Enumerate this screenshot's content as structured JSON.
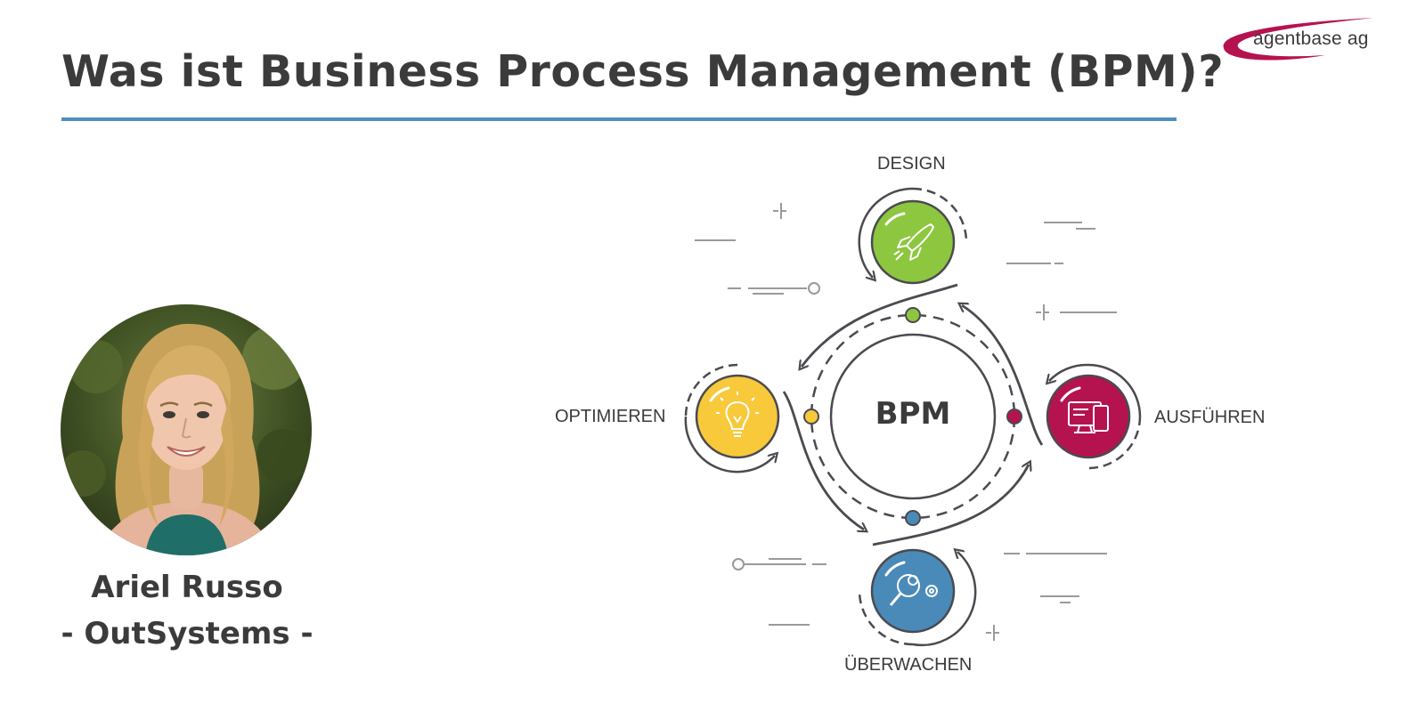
{
  "header": {
    "title": "Was ist Business Process Management (BPM)?",
    "accent_color": "#4f8fbd"
  },
  "logo": {
    "text": "agentbase ag",
    "swoosh_color": "#b5134f"
  },
  "speaker": {
    "name": "Ariel Russo",
    "company": "- OutSystems -"
  },
  "diagram": {
    "center_label": "BPM",
    "stages": [
      {
        "label": "DESIGN",
        "icon": "rocket-icon",
        "color": "#8dc63f"
      },
      {
        "label": "AUSFÜHREN",
        "icon": "monitor-tablet-icon",
        "color": "#b5134f"
      },
      {
        "label": "ÜBERWACHEN",
        "icon": "magnifier-gears-icon",
        "color": "#4a8ab8"
      },
      {
        "label": "OPTIMIEREN",
        "icon": "lightbulb-icon",
        "color": "#f7c93b"
      }
    ],
    "line_color": "#4a4a50"
  }
}
